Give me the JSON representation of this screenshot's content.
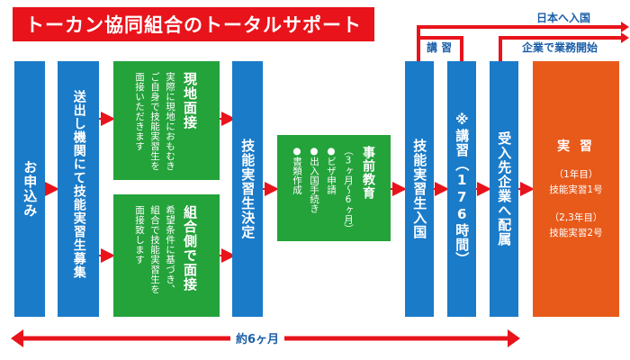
{
  "title": "トーカン協同組合のトータルサポート",
  "steps": {
    "apply": "お申込み",
    "recruit": "送出し機関にて技能実習生募集",
    "local_interview": {
      "title": "現地面接",
      "desc": [
        "実際に現地におもむき",
        "ご自身で技能実習生を",
        "面接いただきます"
      ]
    },
    "union_interview": {
      "title": "組合側で面接",
      "desc": [
        "希望条件に基づき、",
        "組合で技能実習生を",
        "面接致します"
      ]
    },
    "decision": "技能実習生決定",
    "pre_education": {
      "title": "事前教育",
      "period": "（3ヶ月～6ヶ月）",
      "items": [
        "●ビザ申請",
        "●出入国手続き",
        "●書類作成"
      ]
    },
    "entry": "技能実習生入国",
    "training": "※講習（176時間）",
    "assign": "受入先企業へ配属",
    "practice": {
      "title": "実 習",
      "year1": "（1年目）",
      "type1": "技能実習1号",
      "year23": "（2,3年目）",
      "type2": "技能実習2号"
    }
  },
  "labels": {
    "japan_entry": "日本へ入国",
    "lecture": "講 習",
    "company_start": "企業で業務開始"
  },
  "duration": "約6ヶ月",
  "colors": {
    "red": "#e8131b",
    "blue": "#1a7bc9",
    "green": "#24a33b",
    "orange": "#e85a1a",
    "label": "#1a5ea8"
  }
}
